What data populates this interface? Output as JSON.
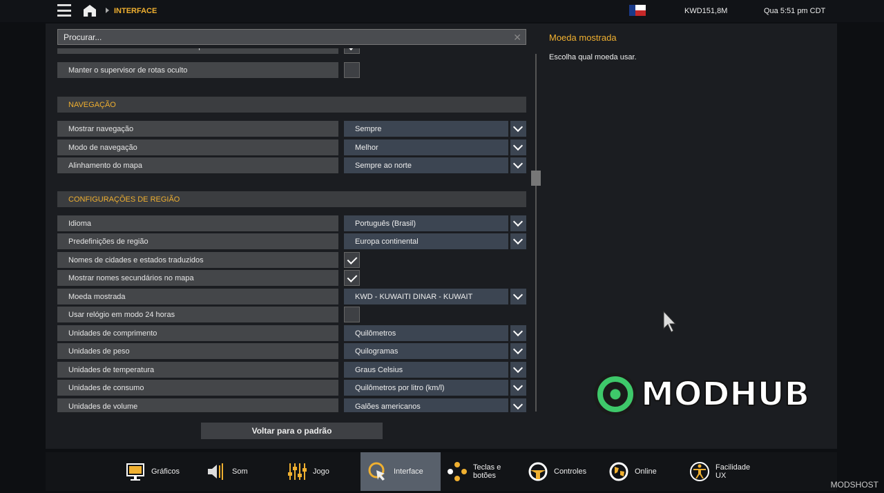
{
  "topbar": {
    "breadcrumb": "INTERFACE",
    "money": "KWD151,8M",
    "clock": "Qua 5:51 pm CDT"
  },
  "search": {
    "placeholder": "Procurar..."
  },
  "rows_top": [
    {
      "label": "Alerta de excesso de velocidade no supervisor de rotas"
    },
    {
      "label": "Manter o supervisor de rotas oculto",
      "checked": false
    }
  ],
  "sections": [
    {
      "title": "NAVEGAÇÃO",
      "rows": [
        {
          "label": "Mostrar navegação",
          "value": "Sempre"
        },
        {
          "label": "Modo de navegação",
          "value": "Melhor"
        },
        {
          "label": "Alinhamento do mapa",
          "value": "Sempre ao norte"
        }
      ]
    },
    {
      "title": "CONFIGURAÇÕES DE REGIÃO",
      "rows": [
        {
          "label": "Idioma",
          "value": "Português (Brasil)"
        },
        {
          "label": "Predefinições de região",
          "value": "Europa continental"
        },
        {
          "label": "Nomes de cidades e estados traduzidos",
          "checked": true
        },
        {
          "label": "Mostrar nomes secundários no mapa",
          "checked": true
        },
        {
          "label": "Moeda mostrada",
          "value": "KWD - KUWAITI DINAR - KUWAIT"
        },
        {
          "label": "Usar relógio em modo 24 horas",
          "checked": false
        },
        {
          "label": "Unidades de comprimento",
          "value": "Quilômetros"
        },
        {
          "label": "Unidades de peso",
          "value": "Quilogramas"
        },
        {
          "label": "Unidades de temperatura",
          "value": "Graus Celsius"
        },
        {
          "label": "Unidades de consumo",
          "value": "Quilômetros por litro (km/l)"
        },
        {
          "label": "Unidades de volume",
          "value": "Galões americanos"
        }
      ]
    }
  ],
  "reset_label": "Voltar para o padrão",
  "help": {
    "title": "Moeda mostrada",
    "desc": "Escolha qual moeda usar."
  },
  "tabs": [
    {
      "label": "Gráficos",
      "icon": "monitor-icon"
    },
    {
      "label": "Som",
      "icon": "speaker-icon"
    },
    {
      "label": "Jogo",
      "icon": "sliders-icon"
    },
    {
      "label": "Interface",
      "icon": "cursor-click-icon",
      "active": true
    },
    {
      "label": "Teclas e botões",
      "icon": "gamepad-buttons-icon"
    },
    {
      "label": "Controles",
      "icon": "steering-wheel-icon"
    },
    {
      "label": "Online",
      "icon": "globe-icon"
    },
    {
      "label": "Facilidade UX",
      "icon": "accessibility-icon"
    }
  ],
  "logo": "MODHUB",
  "watermark": "MODSHOST",
  "colors": {
    "accent": "#f0b030",
    "logo_green": "#3ec86a"
  }
}
